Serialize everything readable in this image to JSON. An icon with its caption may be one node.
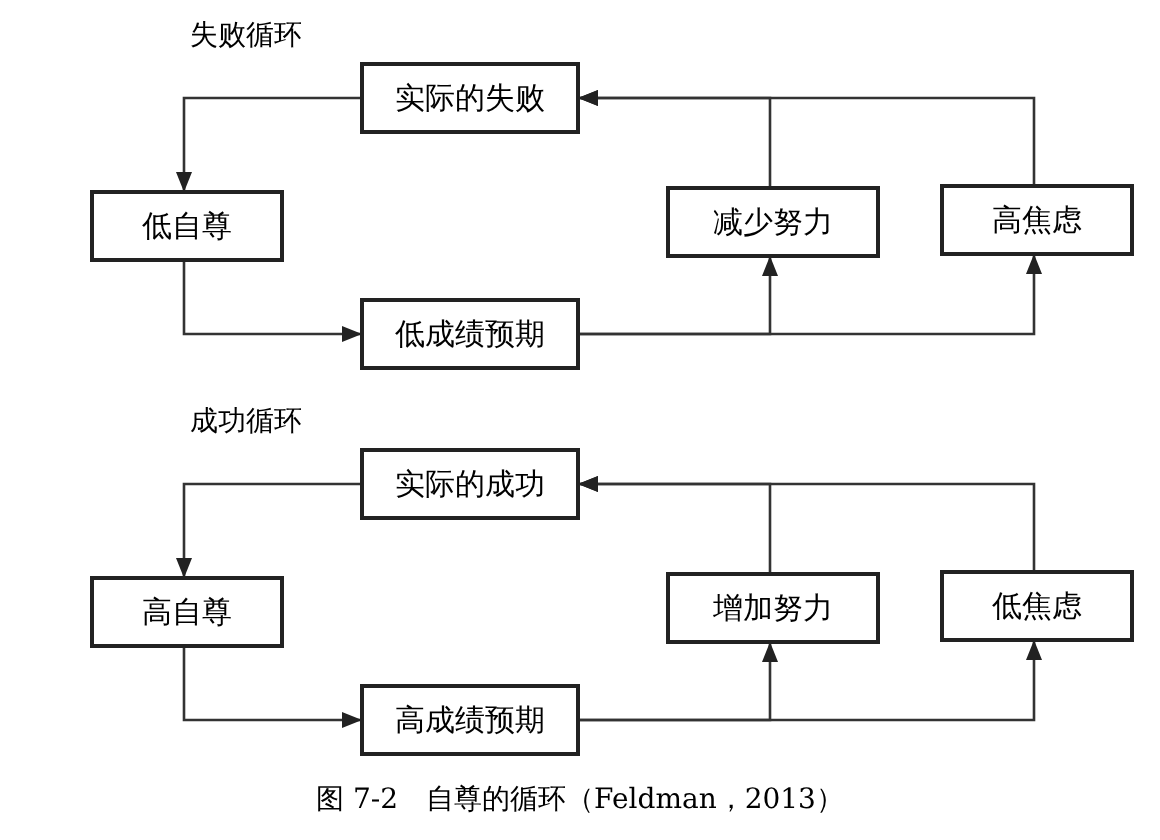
{
  "diagram": {
    "caption": "图 7-2　自尊的循环（Feldman，2013）",
    "nodes": [
      {
        "text": [
          "实际的失败"
        ]
      },
      {
        "text": [
          "低自尊"
        ]
      },
      {
        "text": [
          "低成绩预期"
        ]
      },
      {
        "text": [
          "减少努力"
        ]
      },
      {
        "text": [
          "高焦虑"
        ]
      },
      {
        "text": [
          "实际的成功"
        ]
      },
      {
        "text": [
          "高自尊"
        ]
      },
      {
        "text": [
          "高成绩预期"
        ]
      },
      {
        "text": [
          "增加努力"
        ]
      },
      {
        "text": [
          "低焦虑"
        ]
      }
    ],
    "edges": [
      {
        "from": 0,
        "to": 1,
        "arrow": "to"
      },
      {
        "from": 1,
        "to": 2,
        "arrow": "to"
      },
      {
        "from": 2,
        "to": 3,
        "arrow": "to"
      },
      {
        "from": 2,
        "to": 4,
        "arrow": "to"
      },
      {
        "from": 3,
        "to": 0,
        "arrow": "to"
      },
      {
        "from": 4,
        "to": 0,
        "arrow": "to"
      },
      {
        "from": 5,
        "to": 6,
        "arrow": "to"
      },
      {
        "from": 6,
        "to": 7,
        "arrow": "to"
      },
      {
        "from": 7,
        "to": 8,
        "arrow": "to"
      },
      {
        "from": 7,
        "to": 9,
        "arrow": "to"
      },
      {
        "from": 8,
        "to": 5,
        "arrow": "to"
      },
      {
        "from": 9,
        "to": 5,
        "arrow": "to"
      }
    ],
    "labels": [
      "失败循环",
      "成功循环"
    ]
  }
}
